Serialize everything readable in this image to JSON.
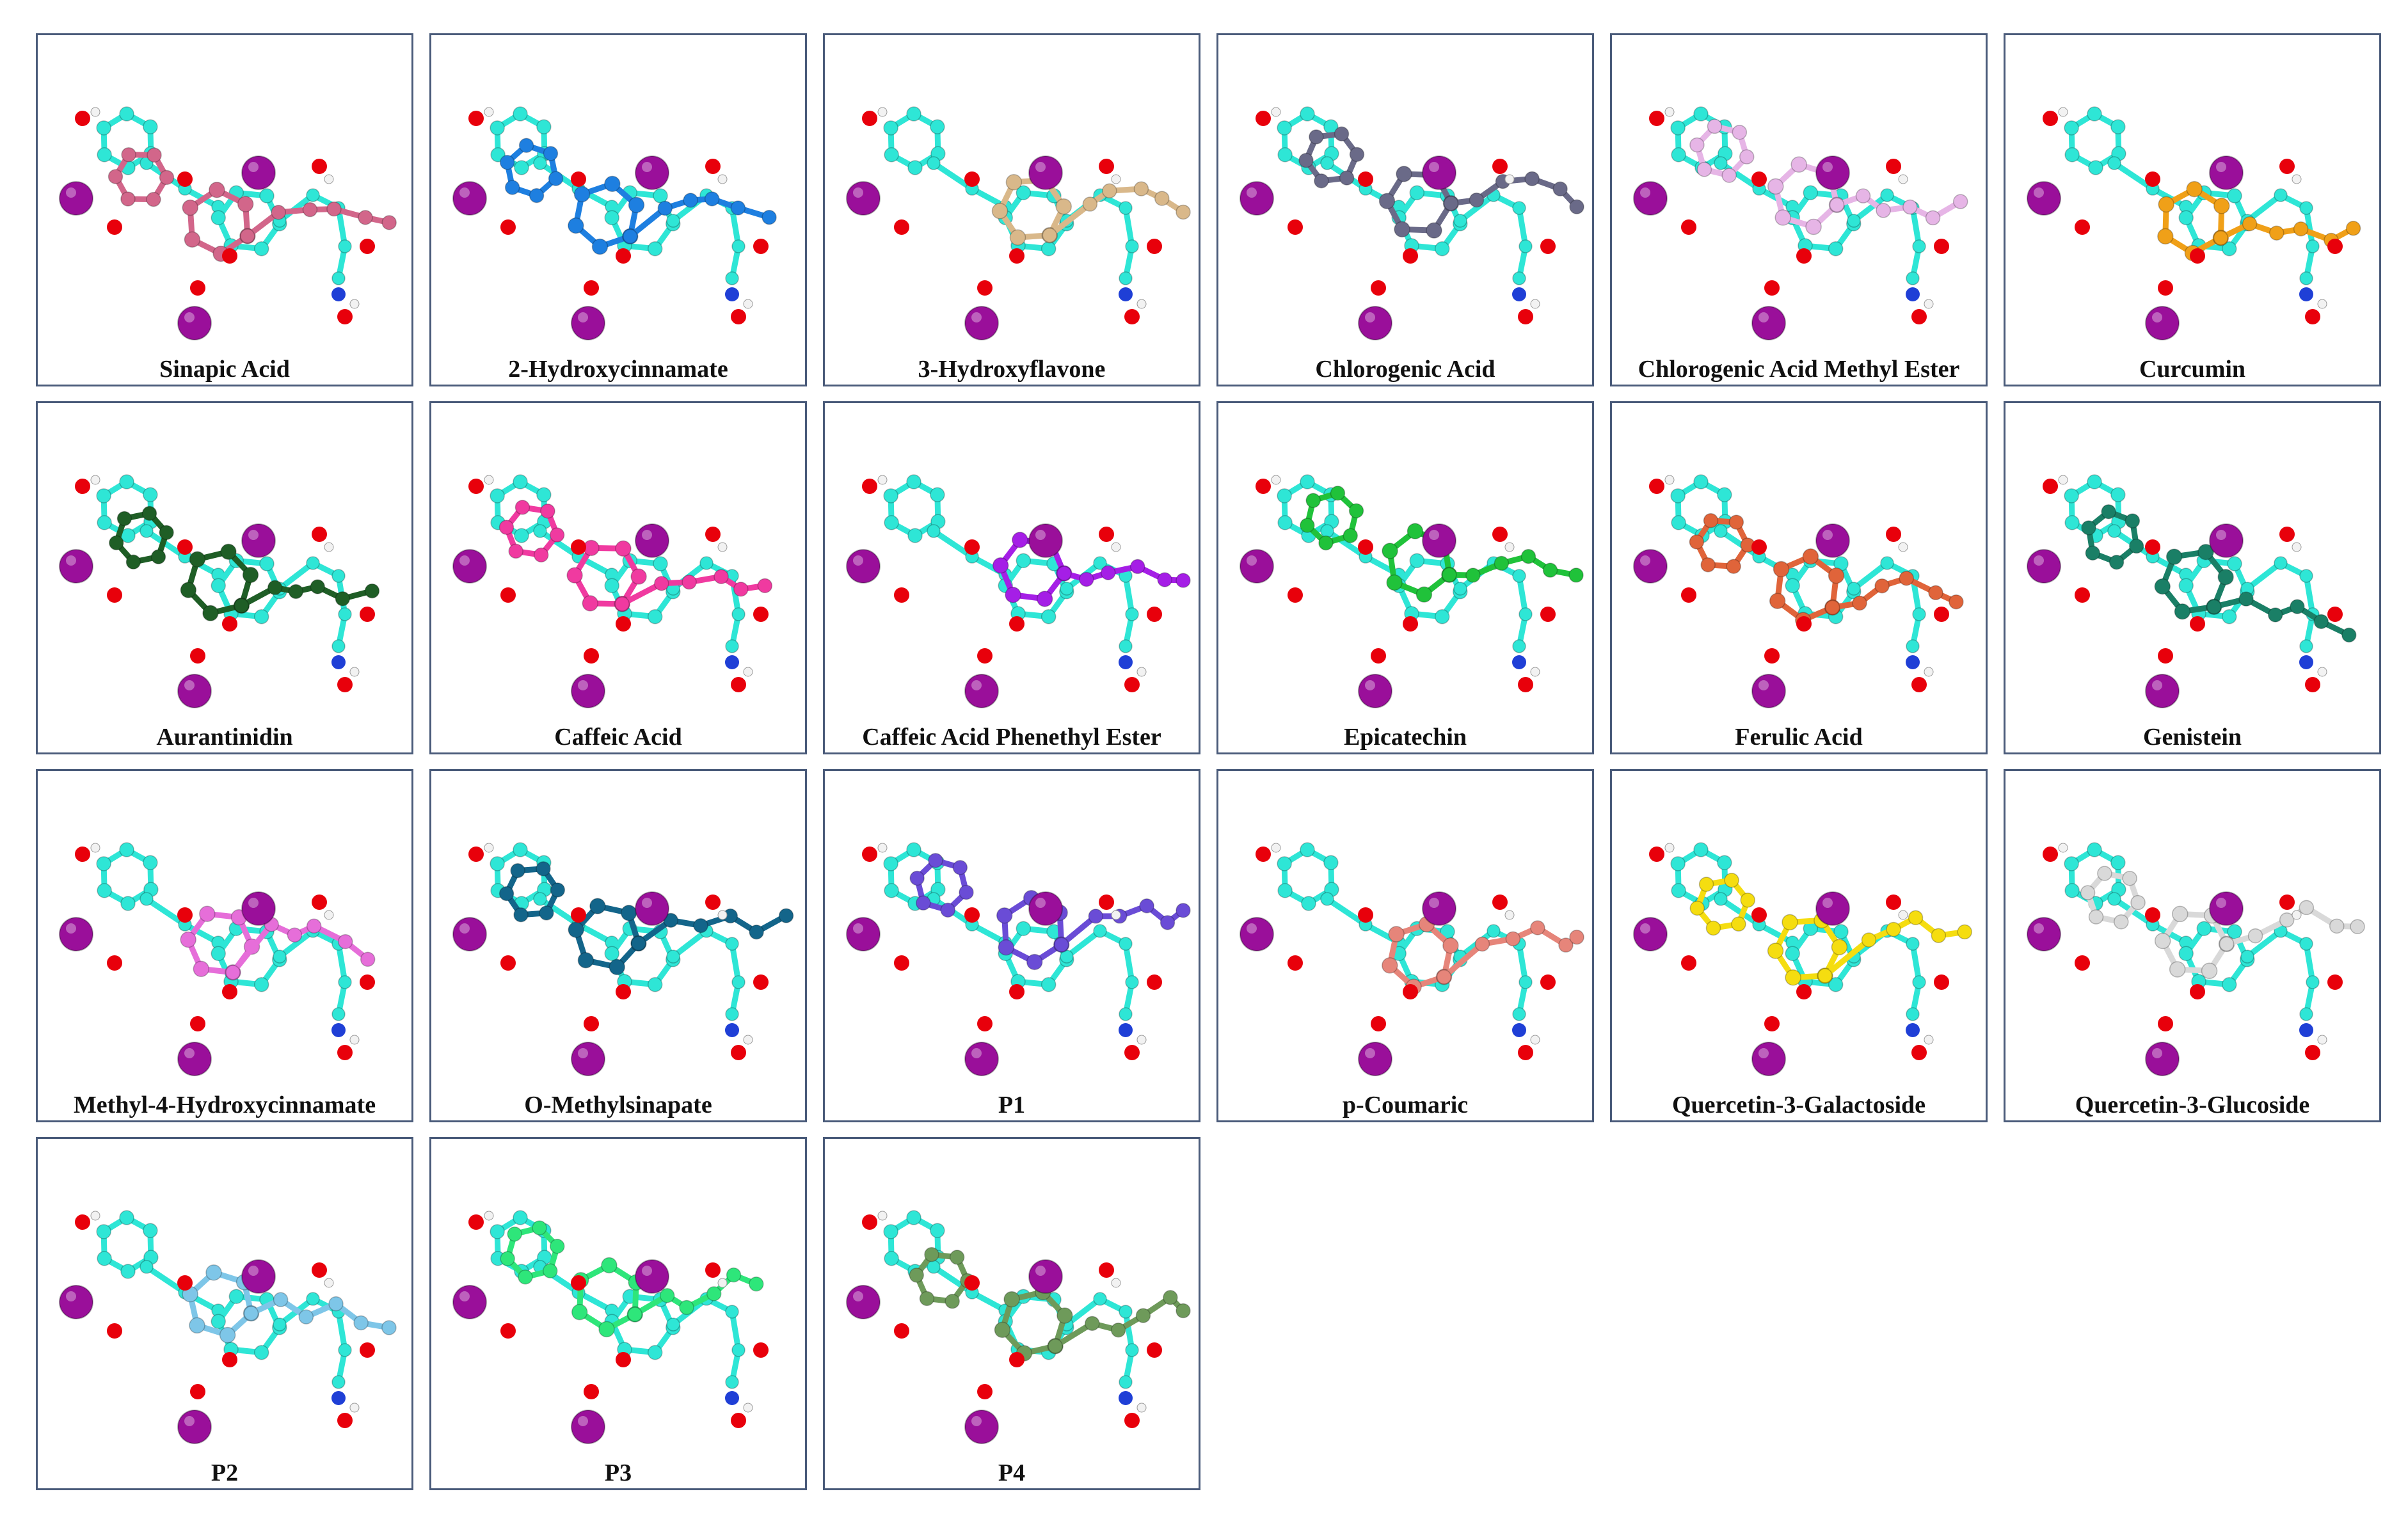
{
  "colors": {
    "reference_ligand": "#2ee6d6",
    "oxygen": "#e8000b",
    "nitrogen": "#1f3fd6",
    "hydrogen": "#f2f2f2",
    "iodine": "#9a0f9a",
    "panel_border": "#4a5b7a"
  },
  "panels": [
    {
      "label": "Sinapic Acid",
      "color": "#d2668a"
    },
    {
      "label": "2-Hydroxycinnamate",
      "color": "#1e7fe0"
    },
    {
      "label": "3-Hydroxyflavone",
      "color": "#d9b88a"
    },
    {
      "label": "Chlorogenic Acid",
      "color": "#6a6a88"
    },
    {
      "label": "Chlorogenic Acid Methyl Ester",
      "color": "#e6b5e6"
    },
    {
      "label": "Curcumin",
      "color": "#f0a018"
    },
    {
      "label": "Aurantinidin",
      "color": "#1f5e26"
    },
    {
      "label": "Caffeic Acid",
      "color": "#f03aa0"
    },
    {
      "label": "Caffeic Acid Phenethyl Ester",
      "color": "#a51ee6"
    },
    {
      "label": "Epicatechin",
      "color": "#20c23a"
    },
    {
      "label": "Ferulic Acid",
      "color": "#e0643a"
    },
    {
      "label": "Genistein",
      "color": "#1a7f66"
    },
    {
      "label": "Methyl-4-Hydroxycinnamate",
      "color": "#e66ed9"
    },
    {
      "label": "O-Methylsinapate",
      "color": "#13658a"
    },
    {
      "label": "P1",
      "color": "#6a4cd6"
    },
    {
      "label": "p-Coumaric",
      "color": "#e6857a"
    },
    {
      "label": "Quercetin-3-Galactoside",
      "color": "#f5dd10"
    },
    {
      "label": "Quercetin-3-Glucoside",
      "color": "#d9d9d9"
    },
    {
      "label": "P2",
      "color": "#7ec6e8"
    },
    {
      "label": "P3",
      "color": "#2ee67a"
    },
    {
      "label": "P4",
      "color": "#6e9a5a"
    }
  ]
}
